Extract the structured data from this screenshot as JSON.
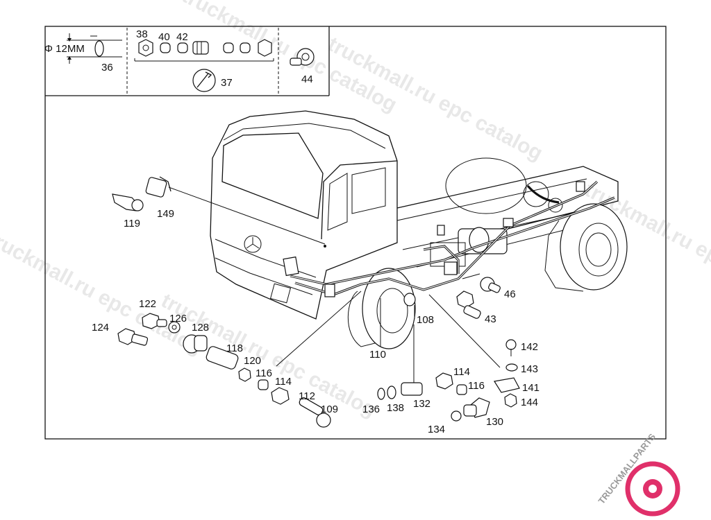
{
  "diameter_label": "Φ 12MM",
  "part_numbers": {
    "p36": "36",
    "p37": "37",
    "p38": "38",
    "p40": "40",
    "p42": "42",
    "p44": "44",
    "p46": "46",
    "p43": "43",
    "p108": "108",
    "p110": "110",
    "p119": "119",
    "p149": "149",
    "p122": "122",
    "p124": "124",
    "p126": "126",
    "p128": "128",
    "p118": "118",
    "p120": "120",
    "p116a": "116",
    "p114a": "114",
    "p112": "112",
    "p109": "109",
    "p136": "136",
    "p138": "138",
    "p132": "132",
    "p114b": "114",
    "p116b": "116",
    "p130": "130",
    "p134": "134",
    "p142": "142",
    "p143": "143",
    "p141": "141",
    "p144": "144"
  },
  "watermarks": [
    "truckmall.ru epc catalog",
    "truckmall.ru epc catalog",
    "truckmall.ru epc catalog",
    "truckmall.ru epc catalog",
    "truckmall.ru epc catalog"
  ],
  "logo": {
    "text": "TRUCKMALLPARTS",
    "color_primary": "#e0306a",
    "color_secondary": "#9a9a9a"
  }
}
